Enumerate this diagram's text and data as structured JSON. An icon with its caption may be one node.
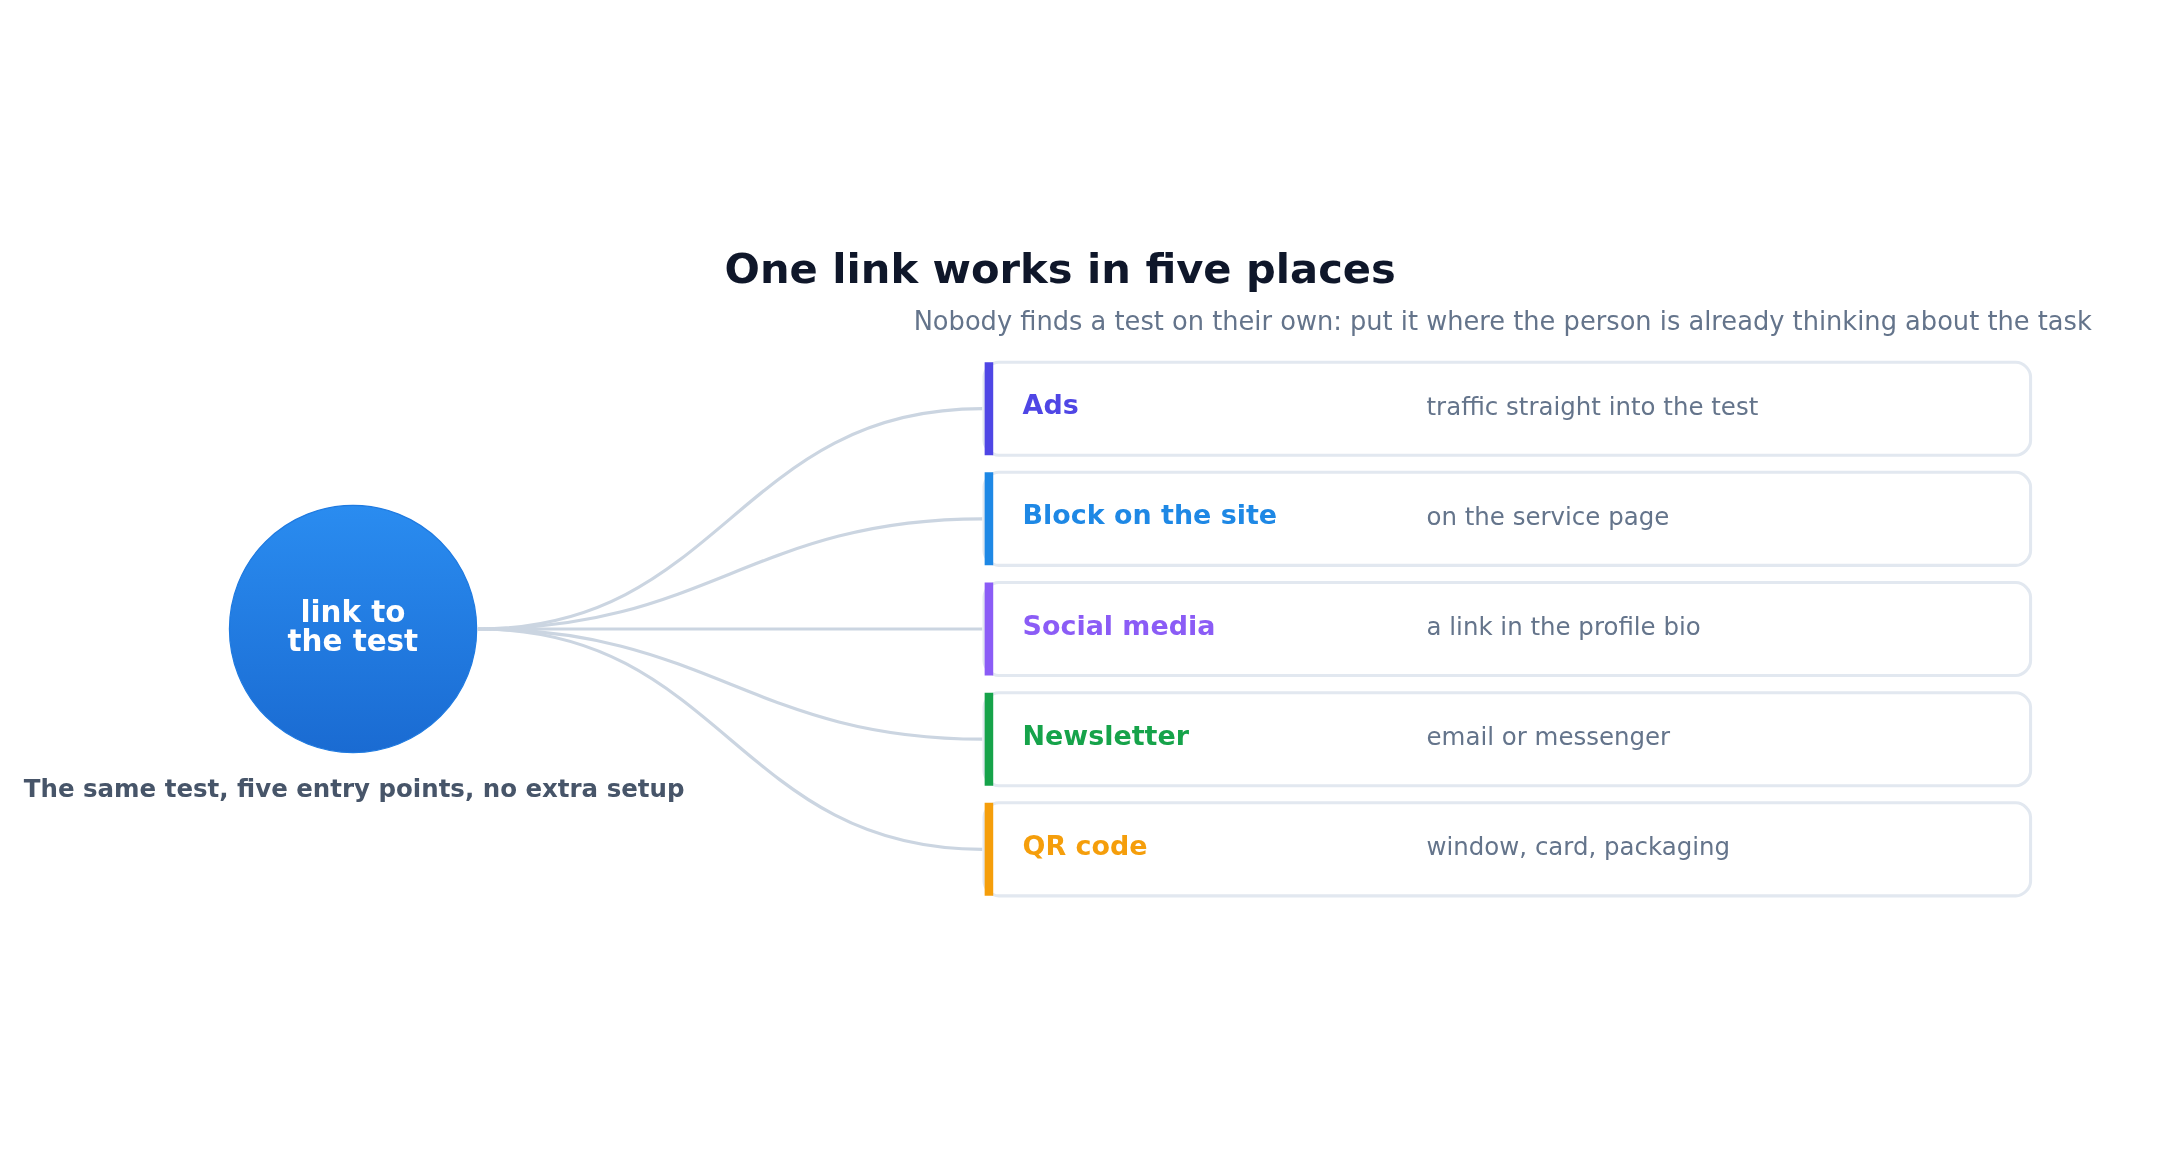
{
  "diagram": {
    "title": "One link works in five places",
    "caption": "The same test, five entry points, no extra setup",
    "nodes": [
      {
        "text": [
          "link to the test"
        ]
      },
      {
        "text": [
          "Ads",
          "traffic straight into the test"
        ]
      },
      {
        "text": [
          "Block on the site",
          "on the service page"
        ]
      },
      {
        "text": [
          "Social media",
          "a link in the profile bio"
        ]
      },
      {
        "text": [
          "Newsletter",
          "email or messenger"
        ]
      },
      {
        "text": [
          "QR code",
          "window, card, packaging"
        ]
      }
    ],
    "edges": [
      {
        "from": 0,
        "to": 1,
        "arrow": "none"
      },
      {
        "from": 0,
        "to": 2,
        "arrow": "none"
      },
      {
        "from": 0,
        "to": 3,
        "arrow": "none"
      },
      {
        "from": 0,
        "to": 4,
        "arrow": "none"
      },
      {
        "from": 0,
        "to": 5,
        "arrow": "none"
      }
    ],
    "labels": [
      "Nobody finds a test on their own: put it where the person is already thinking about the task"
    ]
  }
}
